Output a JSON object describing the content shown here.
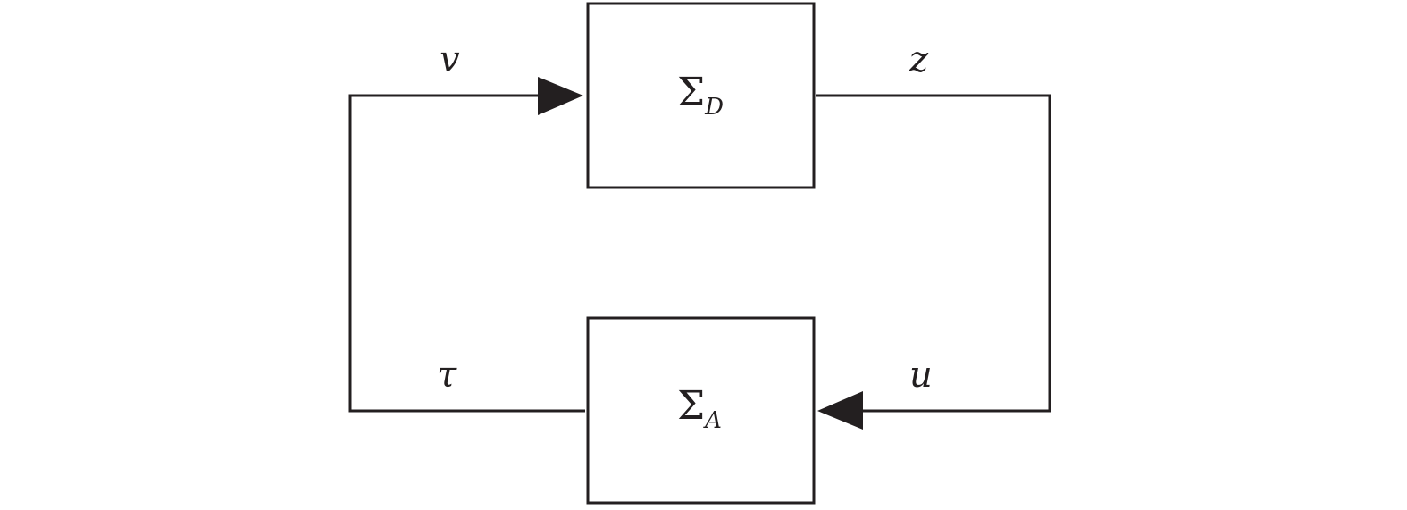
{
  "blocks": {
    "top": {
      "symbol": "Σ",
      "subscript": "D"
    },
    "bottom": {
      "symbol": "Σ",
      "subscript": "A"
    }
  },
  "signals": {
    "v": "v",
    "z": "z",
    "u": "u",
    "tau": "τ"
  },
  "colors": {
    "line": "#231f20",
    "background": "#ffffff"
  }
}
